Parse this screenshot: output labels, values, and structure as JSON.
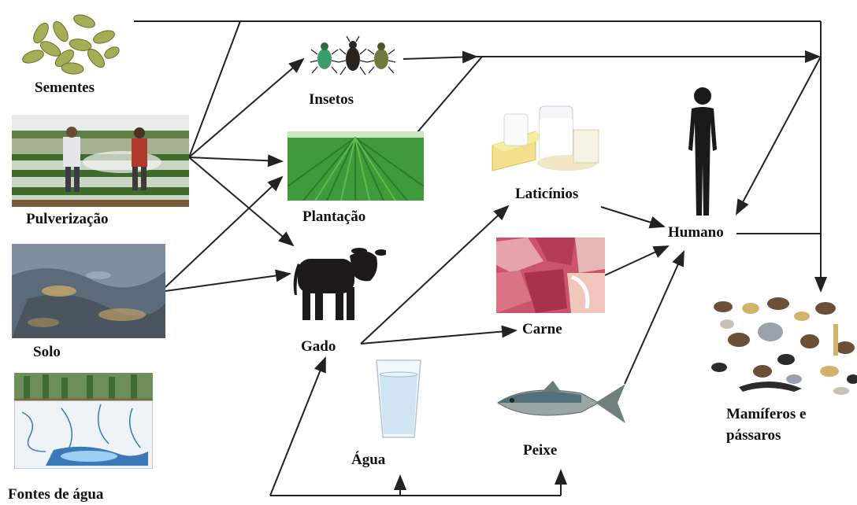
{
  "nodes": {
    "sementes": "Sementes",
    "insetos": "Insetos",
    "pulverizacao": "Pulverização",
    "plantacao": "Plantação",
    "laticinios": "Laticínios",
    "humano": "Humano",
    "solo": "Solo",
    "gado": "Gado",
    "carne": "Carne",
    "fontes_agua": "Fontes de água",
    "agua": "Água",
    "peixe": "Peixe",
    "mamiferos_line1": "Mamíferos e",
    "mamiferos_line2": "pássaros"
  },
  "colors": {
    "arrow": "#222222",
    "plant_green": "#3f9a3a",
    "water_blue": "#3a78b8"
  }
}
